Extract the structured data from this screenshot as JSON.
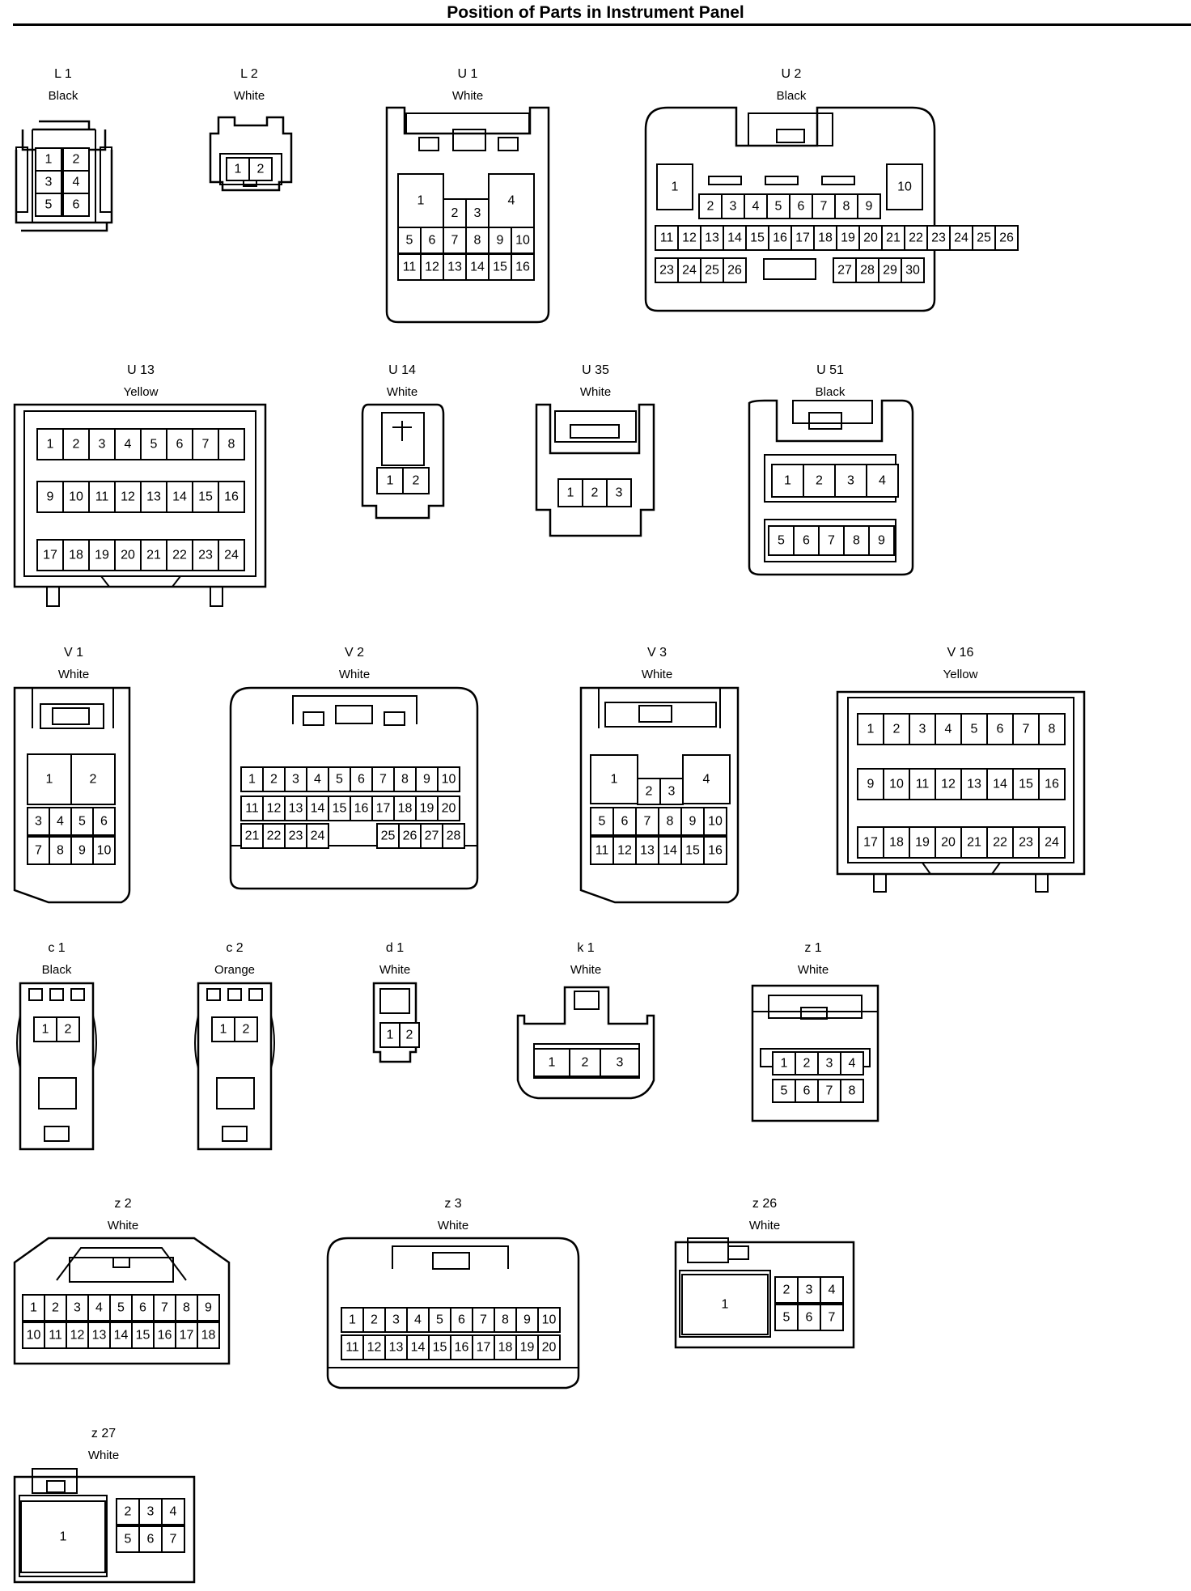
{
  "page": {
    "title": "Position of Parts in Instrument Panel"
  },
  "connectors": [
    {
      "id": "L 1",
      "color": "Black",
      "pins": [
        "1",
        "2",
        "3",
        "4",
        "5",
        "6"
      ]
    },
    {
      "id": "L 2",
      "color": "White",
      "pins": [
        "1",
        "2"
      ]
    },
    {
      "id": "U 1",
      "color": "White",
      "pins": [
        "1",
        "2",
        "3",
        "4",
        "5",
        "6",
        "7",
        "8",
        "9",
        "10",
        "11",
        "12",
        "13",
        "14",
        "15",
        "16"
      ]
    },
    {
      "id": "U 2",
      "color": "Black",
      "pins": [
        "1",
        "2",
        "3",
        "4",
        "5",
        "6",
        "7",
        "8",
        "9",
        "10",
        "11",
        "12",
        "13",
        "14",
        "15",
        "16",
        "17",
        "18",
        "19",
        "20",
        "21",
        "22",
        "23",
        "24",
        "25",
        "26",
        "27",
        "28",
        "29",
        "30"
      ]
    },
    {
      "id": "U 13",
      "color": "Yellow",
      "pins": [
        "1",
        "2",
        "3",
        "4",
        "5",
        "6",
        "7",
        "8",
        "9",
        "10",
        "11",
        "12",
        "13",
        "14",
        "15",
        "16",
        "17",
        "18",
        "19",
        "20",
        "21",
        "22",
        "23",
        "24"
      ]
    },
    {
      "id": "U 14",
      "color": "White",
      "pins": [
        "1",
        "2"
      ]
    },
    {
      "id": "U 35",
      "color": "White",
      "pins": [
        "1",
        "2",
        "3"
      ]
    },
    {
      "id": "U 51",
      "color": "Black",
      "pins": [
        "1",
        "2",
        "3",
        "4",
        "5",
        "6",
        "7",
        "8",
        "9"
      ]
    },
    {
      "id": "V 1",
      "color": "White",
      "pins": [
        "1",
        "2",
        "3",
        "4",
        "5",
        "6",
        "7",
        "8",
        "9",
        "10"
      ]
    },
    {
      "id": "V 2",
      "color": "White",
      "pins": [
        "1",
        "2",
        "3",
        "4",
        "5",
        "6",
        "7",
        "8",
        "9",
        "10",
        "11",
        "12",
        "13",
        "14",
        "15",
        "16",
        "17",
        "18",
        "19",
        "20",
        "21",
        "22",
        "23",
        "24",
        "25",
        "26",
        "27",
        "28"
      ]
    },
    {
      "id": "V 3",
      "color": "White",
      "pins": [
        "1",
        "2",
        "3",
        "4",
        "5",
        "6",
        "7",
        "8",
        "9",
        "10",
        "11",
        "12",
        "13",
        "14",
        "15",
        "16"
      ]
    },
    {
      "id": "V 16",
      "color": "Yellow",
      "pins": [
        "1",
        "2",
        "3",
        "4",
        "5",
        "6",
        "7",
        "8",
        "9",
        "10",
        "11",
        "12",
        "13",
        "14",
        "15",
        "16",
        "17",
        "18",
        "19",
        "20",
        "21",
        "22",
        "23",
        "24"
      ]
    },
    {
      "id": "c 1",
      "color": "Black",
      "pins": [
        "1",
        "2"
      ]
    },
    {
      "id": "c 2",
      "color": "Orange",
      "pins": [
        "1",
        "2"
      ]
    },
    {
      "id": "d 1",
      "color": "White",
      "pins": [
        "1",
        "2"
      ]
    },
    {
      "id": "k 1",
      "color": "White",
      "pins": [
        "1",
        "2",
        "3"
      ]
    },
    {
      "id": "z 1",
      "color": "White",
      "pins": [
        "1",
        "2",
        "3",
        "4",
        "5",
        "6",
        "7",
        "8"
      ]
    },
    {
      "id": "z 2",
      "color": "White",
      "pins": [
        "1",
        "2",
        "3",
        "4",
        "5",
        "6",
        "7",
        "8",
        "9",
        "10",
        "11",
        "12",
        "13",
        "14",
        "15",
        "16",
        "17",
        "18"
      ]
    },
    {
      "id": "z 3",
      "color": "White",
      "pins": [
        "1",
        "2",
        "3",
        "4",
        "5",
        "6",
        "7",
        "8",
        "9",
        "10",
        "11",
        "12",
        "13",
        "14",
        "15",
        "16",
        "17",
        "18",
        "19",
        "20"
      ]
    },
    {
      "id": "z 26",
      "color": "White",
      "pins": [
        "1",
        "2",
        "3",
        "4",
        "5",
        "6",
        "7"
      ]
    },
    {
      "id": "z 27",
      "color": "White",
      "pins": [
        "1",
        "2",
        "3",
        "4",
        "5",
        "6",
        "7"
      ]
    }
  ]
}
